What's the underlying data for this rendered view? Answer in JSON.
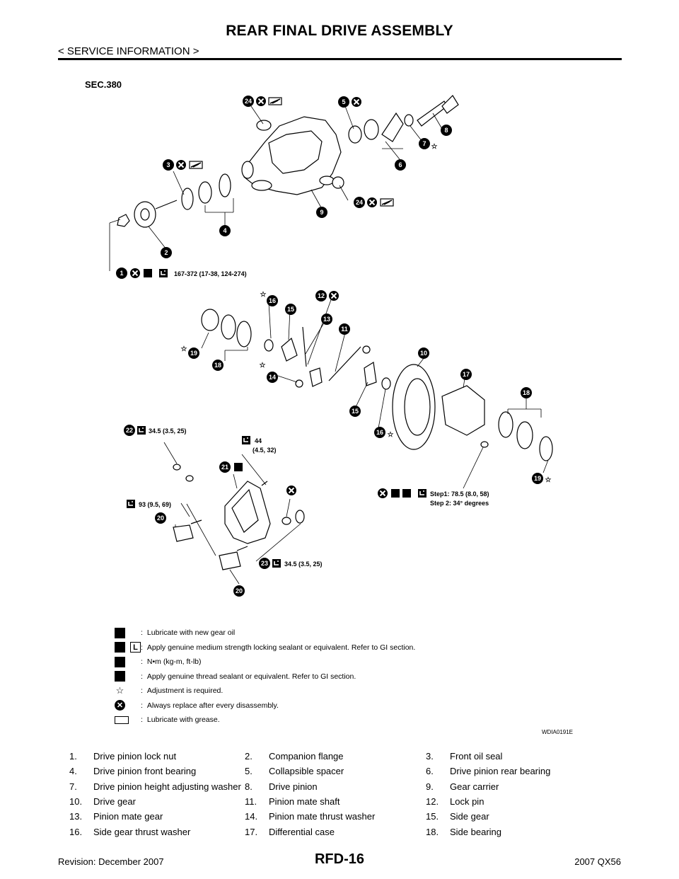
{
  "header": {
    "title": "REAR FINAL DRIVE ASSEMBLY",
    "section": "< SERVICE INFORMATION >"
  },
  "figure": {
    "sec_label": "SEC.380",
    "figure_id": "WDIA0191E",
    "callouts": [
      "1",
      "2",
      "3",
      "4",
      "5",
      "6",
      "7",
      "8",
      "9",
      "10",
      "11",
      "12",
      "13",
      "14",
      "15",
      "16",
      "17",
      "18",
      "19",
      "20",
      "21",
      "22",
      "23",
      "24"
    ],
    "torques": {
      "t1": "167-372 (17-38, 124-274)",
      "t22": "34.5 (3.5, 25)",
      "t44a": "44",
      "t44b": "(4.5, 32)",
      "t93": "93 (9.5, 69)",
      "t23": "34.5 (3.5, 25)",
      "step1": "Step1: 78.5 (8.0, 58)",
      "step2": "Step 2: 34° degrees"
    },
    "legend": [
      {
        "icon": "oil-icon",
        "text": "Lubricate with new gear oil"
      },
      {
        "icon": "locking-sealant-icon",
        "text": "Apply genuine medium strength locking sealant or equivalent. Refer to GI section."
      },
      {
        "icon": "torque-icon",
        "text": "N•m (kg-m, ft-lb)"
      },
      {
        "icon": "thread-sealant-icon",
        "text": "Apply genuine thread sealant or equivalent. Refer to GI section."
      },
      {
        "icon": "adjust-star-icon",
        "text": "Adjustment is required."
      },
      {
        "icon": "replace-icon",
        "text": "Always replace after every disassembly."
      },
      {
        "icon": "grease-icon",
        "text": "Lubricate with grease."
      }
    ]
  },
  "parts_list": [
    [
      {
        "num": "1.",
        "name": "Drive pinion lock nut"
      },
      {
        "num": "2.",
        "name": "Companion flange"
      },
      {
        "num": "3.",
        "name": "Front oil seal"
      }
    ],
    [
      {
        "num": "4.",
        "name": "Drive pinion front bearing"
      },
      {
        "num": "5.",
        "name": "Collapsible spacer"
      },
      {
        "num": "6.",
        "name": "Drive pinion rear bearing"
      }
    ],
    [
      {
        "num": "7.",
        "name": "Drive pinion height adjusting washer"
      },
      {
        "num": "8.",
        "name": "Drive pinion"
      },
      {
        "num": "9.",
        "name": "Gear carrier"
      }
    ],
    [
      {
        "num": "10.",
        "name": "Drive gear"
      },
      {
        "num": "11.",
        "name": "Pinion mate shaft"
      },
      {
        "num": "12.",
        "name": "Lock pin"
      }
    ],
    [
      {
        "num": "13.",
        "name": "Pinion mate gear"
      },
      {
        "num": "14.",
        "name": "Pinion mate thrust washer"
      },
      {
        "num": "15.",
        "name": "Side gear"
      }
    ],
    [
      {
        "num": "16.",
        "name": "Side gear thrust washer"
      },
      {
        "num": "17.",
        "name": "Differential case"
      },
      {
        "num": "18.",
        "name": "Side bearing"
      }
    ]
  ],
  "footer": {
    "revision": "Revision: December 2007",
    "page": "RFD-16",
    "model": "2007 QX56"
  }
}
